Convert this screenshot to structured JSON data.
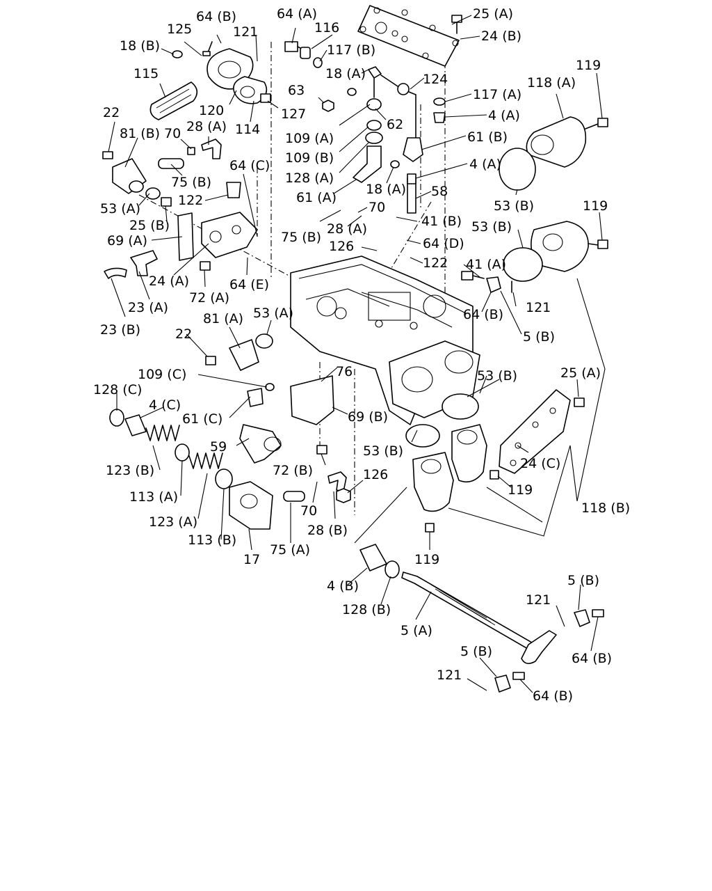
{
  "diagram": {
    "labels": [
      "64 (B)",
      "125",
      "121",
      "64 (A)",
      "116",
      "117 (B)",
      "18 (B)",
      "115",
      "120",
      "114",
      "127",
      "63",
      "109 (A)",
      "109 (B)",
      "128 (A)",
      "61 (A)",
      "18 (A)",
      "124",
      "62",
      "18 (A)",
      "25 (A)",
      "24 (B)",
      "117 (A)",
      "4 (A)",
      "61 (B)",
      "4 (A)",
      "58",
      "118 (A)",
      "119",
      "53 (B)",
      "22",
      "81 (B)",
      "70",
      "28 (A)",
      "75 (B)",
      "64 (C)",
      "122",
      "53 (A)",
      "25 (B)",
      "69 (A)",
      "24 (A)",
      "72 (A)",
      "23 (A)",
      "23 (B)",
      "64 (E)",
      "70",
      "75 (B)",
      "28 (A)",
      "41 (B)",
      "64 (D)",
      "126",
      "122",
      "41 (A)",
      "64 (B)",
      "121",
      "5 (B)",
      "53 (B)",
      "119",
      "22",
      "81 (A)",
      "53 (A)",
      "109 (C)",
      "128 (C)",
      "4 (C)",
      "61 (C)",
      "76",
      "69 (B)",
      "59",
      "72 (B)",
      "123 (B)",
      "113 (A)",
      "123 (A)",
      "113 (B)",
      "17",
      "75 (A)",
      "70",
      "28 (B)",
      "126",
      "53 (B)",
      "53 (B)",
      "25 (A)",
      "24 (C)",
      "119",
      "118 (B)",
      "119",
      "4 (B)",
      "128 (B)",
      "5 (A)",
      "121",
      "5 (B)",
      "64 (B)",
      "5 (B)",
      "121",
      "64 (B)"
    ]
  }
}
